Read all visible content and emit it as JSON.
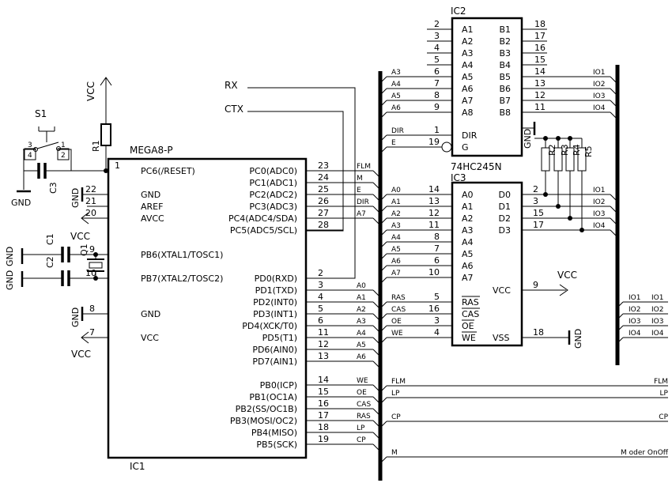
{
  "ic1": {
    "ref": "IC1",
    "type": "MEGA8-P",
    "left": [
      [
        "1",
        "PC6(/RESET)"
      ],
      [
        "22",
        "GND"
      ],
      [
        "21",
        "AREF"
      ],
      [
        "20",
        "AVCC"
      ],
      [
        "9",
        "PB6(XTAL1/TOSC1)"
      ],
      [
        "10",
        "PB7(XTAL2/TOSC2)"
      ],
      [
        "8",
        "GND"
      ],
      [
        "7",
        "VCC"
      ]
    ],
    "right": [
      [
        "23",
        "PC0(ADC0)",
        "FLM"
      ],
      [
        "24",
        "PC1(ADC1)",
        "M"
      ],
      [
        "25",
        "PC2(ADC2)",
        "E"
      ],
      [
        "26",
        "PC3(ADC3)",
        "DIR"
      ],
      [
        "27",
        "PC4(ADC4/SDA)",
        "A7"
      ],
      [
        "28",
        "PC5(ADC5/SCL)",
        ""
      ],
      [
        "2",
        "PD0(RXD)",
        ""
      ],
      [
        "3",
        "PD1(TXD)",
        "A0"
      ],
      [
        "4",
        "PD2(INT0)",
        "A1"
      ],
      [
        "5",
        "PD3(INT1)",
        "A2"
      ],
      [
        "6",
        "PD4(XCK/T0)",
        "A3"
      ],
      [
        "11",
        "PD5(T1)",
        "A4"
      ],
      [
        "12",
        "PD6(AIN0)",
        "A5"
      ],
      [
        "13",
        "PD7(AIN1)",
        "A6"
      ],
      [
        "14",
        "PB0(ICP)",
        "WE"
      ],
      [
        "15",
        "PB1(OC1A)",
        "OE"
      ],
      [
        "16",
        "PB2(SS/OC1B)",
        "CAS"
      ],
      [
        "17",
        "PB3(MOSI/OC2)",
        "RAS"
      ],
      [
        "18",
        "PB4(MISO)",
        "LP"
      ],
      [
        "19",
        "PB5(SCK)",
        "CP"
      ]
    ]
  },
  "ic2": {
    "ref": "IC2",
    "type": "74HC245N",
    "left": [
      [
        "2",
        "A1",
        ""
      ],
      [
        "3",
        "A2",
        ""
      ],
      [
        "4",
        "A3",
        ""
      ],
      [
        "5",
        "A4",
        ""
      ],
      [
        "6",
        "A5",
        "A3"
      ],
      [
        "7",
        "A6",
        "A4"
      ],
      [
        "8",
        "A7",
        "A5"
      ],
      [
        "9",
        "A8",
        "A6"
      ],
      [
        "1",
        "DIR",
        "DIR"
      ],
      [
        "19",
        "G",
        "E"
      ]
    ],
    "right": [
      [
        "18",
        "B1",
        ""
      ],
      [
        "17",
        "B2",
        ""
      ],
      [
        "16",
        "B3",
        ""
      ],
      [
        "15",
        "B4",
        ""
      ],
      [
        "14",
        "B5",
        "IO1"
      ],
      [
        "13",
        "B6",
        "IO2"
      ],
      [
        "12",
        "B7",
        "IO3"
      ],
      [
        "11",
        "B8",
        "IO4"
      ]
    ],
    "gnd": "GND"
  },
  "ic3": {
    "ref": "IC3",
    "left": [
      [
        "14",
        "A0",
        "A0"
      ],
      [
        "13",
        "A1",
        "A1"
      ],
      [
        "12",
        "A2",
        "A2"
      ],
      [
        "11",
        "A3",
        "A3"
      ],
      [
        "8",
        "A4",
        "A4"
      ],
      [
        "7",
        "A5",
        "A5"
      ],
      [
        "6",
        "A6",
        "A6"
      ],
      [
        "10",
        "A7",
        "A7"
      ],
      [
        "5",
        "RAS",
        "RAS"
      ],
      [
        "16",
        "CAS",
        "CAS"
      ],
      [
        "3",
        "OE",
        "OE"
      ],
      [
        "4",
        "WE",
        "WE"
      ]
    ],
    "right": [
      [
        "2",
        "D0",
        "IO1"
      ],
      [
        "3",
        "D1",
        "IO2"
      ],
      [
        "15",
        "D2",
        "IO3"
      ],
      [
        "17",
        "D3",
        "IO4"
      ]
    ],
    "vcc": [
      "9",
      "VCC",
      "VCC"
    ],
    "vss": [
      "18",
      "VSS",
      "GND"
    ]
  },
  "parts": {
    "s1": "S1",
    "s1_pins": [
      "3",
      "4",
      "1",
      "2"
    ],
    "r1": "R1",
    "c3": "C3",
    "c1": "C1",
    "c2": "C2",
    "q1": "Q1",
    "r2": "R2",
    "r3": "R3",
    "r4": "R4",
    "r5": "R5"
  },
  "power": {
    "vcc": "VCC",
    "gnd": "GND"
  },
  "nets": {
    "rx": "RX",
    "ctx": "CTX"
  },
  "right_io": [
    [
      "IO1",
      "IO1"
    ],
    [
      "IO2",
      "IO2"
    ],
    [
      "IO3",
      "IO3"
    ],
    [
      "IO4",
      "IO4"
    ]
  ],
  "outputs": [
    [
      "FLM",
      "FLM"
    ],
    [
      "LP",
      "LP"
    ],
    [
      "CP",
      "CP"
    ],
    [
      "M",
      "M oder OnOff"
    ]
  ]
}
